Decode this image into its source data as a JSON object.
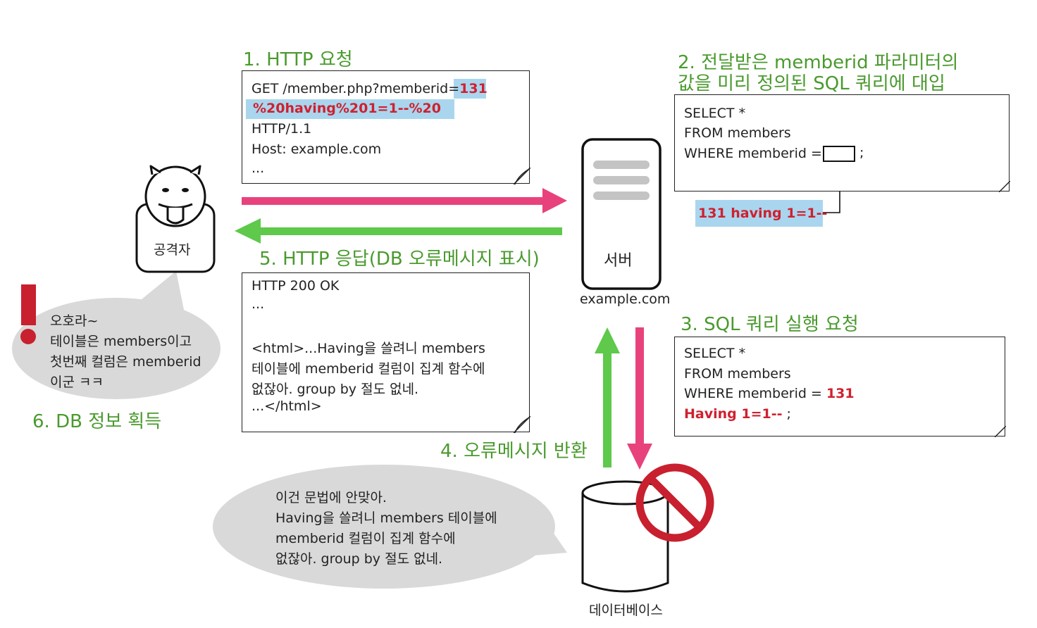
{
  "steps": {
    "s1": "1. HTTP 요청",
    "s2_line1": "2. 전달받은 memberid 파라미터의",
    "s2_line2": "값을 미리 정의된 SQL 쿼리에 대입",
    "s3": "3. SQL 쿼리 실행 요청",
    "s4": "4. 오류메시지 반환",
    "s5": "5. HTTP 응답(DB 오류메시지 표시)",
    "s6": "6. DB 정보 획득"
  },
  "request_doc": {
    "line1_prefix": "GET /member.php?memberid=",
    "line1_highlight": "131",
    "line2_highlight": "%20having%201=1--%20",
    "line3": "HTTP/1.1",
    "line4": "Host: example.com",
    "line5": "..."
  },
  "query_template": {
    "line1": "SELECT *",
    "line2": "FROM members",
    "line3_prefix": "WHERE memberid =",
    "line3_suffix": ";",
    "injected": "131 having 1=1--"
  },
  "query_exec": {
    "line1": "SELECT *",
    "line2": "FROM members",
    "line3_prefix": "WHERE memberid =",
    "line3_value": "131",
    "line4_red": "Having 1=1--",
    "line4_suffix": ";"
  },
  "response_doc": {
    "line1": "HTTP 200 OK",
    "line2": "...",
    "line3": "<html>...Having을 쓸려니 members",
    "line4": "테이블에 memberid 컬럼이 집계 함수에",
    "line5": "없잖아. group by 절도 없네.",
    "line6": "...</html>"
  },
  "attacker": {
    "label": "공격자"
  },
  "attacker_bubble": {
    "line1": "오호라~",
    "line2": "테이블은 members이고",
    "line3": "첫번째 컬럼은 memberid",
    "line4": "이군 ㅋㅋ"
  },
  "server": {
    "label": "서버",
    "host": "example.com"
  },
  "database": {
    "label": "데이터베이스"
  },
  "db_bubble": {
    "line1": "이건 문법에 안맞아.",
    "line2": "Having을 쓸려니 members 테이블에",
    "line3": "memberid 컬럼이 집계 함수에",
    "line4": "없잖아. group by 절도 없네."
  },
  "colors": {
    "step_green": "#4a9a2e",
    "arrow_pink": "#e8427c",
    "arrow_green": "#5ec94a",
    "error_red": "#c8202e",
    "highlight_blue": "#a9d6ee",
    "bubble_gray": "#d9d9d9"
  },
  "icons": [
    "devil-face-icon",
    "server-icon",
    "database-icon",
    "prohibited-icon",
    "exclamation-icon"
  ]
}
